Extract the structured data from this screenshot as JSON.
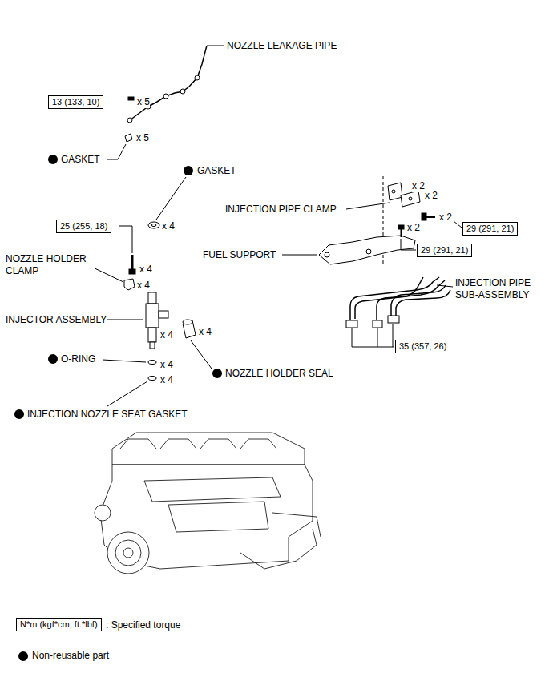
{
  "diagram": {
    "nodes": [
      {
        "text": [
          "13 (133, 10)"
        ]
      },
      {
        "text": [
          "25 (255, 18)"
        ]
      },
      {
        "text": [
          "29 (291, 21)"
        ]
      },
      {
        "text": [
          "29 (291, 21)"
        ]
      },
      {
        "text": [
          "35 (357, 26)"
        ]
      },
      {
        "text": [
          "N*m (kgf*cm, ft.*lbf)"
        ]
      }
    ],
    "labels": [
      "NOZZLE LEAKAGE PIPE",
      "x 5",
      "x 5",
      "GASKET",
      "GASKET",
      "x 4",
      "x 4",
      "NOZZLE HOLDER CLAMP",
      "x 4",
      "INJECTOR ASSEMBLY",
      "x 4",
      "x 4",
      "O-RING",
      "x 4",
      "NOZZLE HOLDER SEAL",
      "x 4",
      "INJECTION NOZZLE SEAT GASKET",
      "INJECTION PIPE CLAMP",
      "x 2",
      "x 2",
      "x 2",
      "FUEL SUPPORT",
      "x 2",
      "INJECTION PIPE SUB-ASSEMBLY"
    ],
    "legend": [
      {
        "text": ": Specified torque"
      },
      {
        "text": "Non-reusable part",
        "color": "#000000"
      }
    ]
  }
}
